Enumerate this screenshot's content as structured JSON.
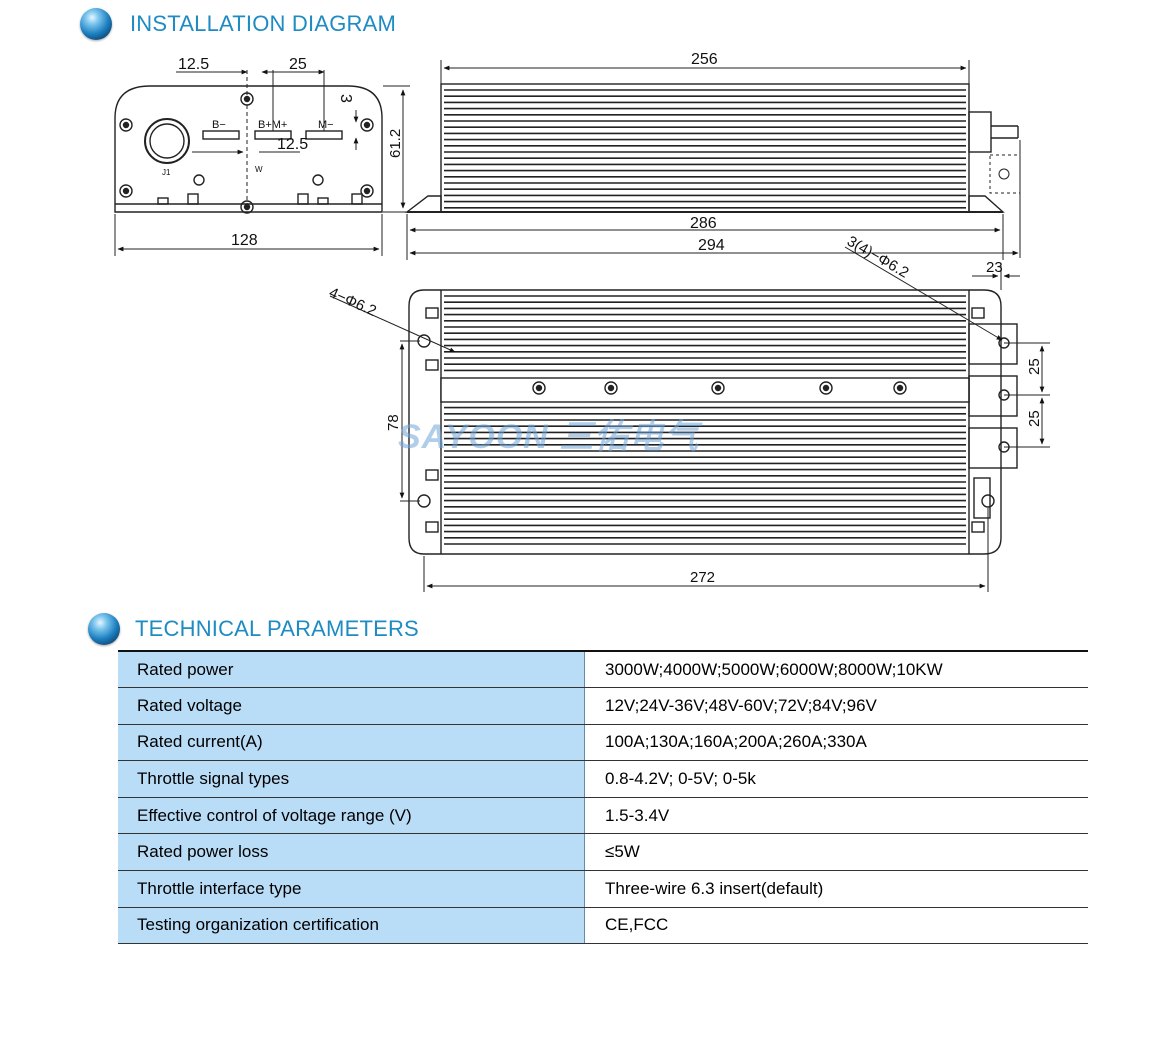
{
  "sections": {
    "installation_title": "INSTALLATION DIAGRAM",
    "technical_title": "TECHNICAL PARAMETERS"
  },
  "diagram": {
    "front_view": {
      "width_label": "128",
      "height_label": "61.2",
      "dim_12_5_top": "12.5",
      "dim_25_top": "25",
      "dim_3": "3",
      "dim_12_5_mid": "12.5",
      "terminal_b_minus": "B−",
      "terminal_b_plus_m_plus": "B+M+",
      "terminal_m_minus": "M−",
      "connector_label": "J1",
      "w_label": "W"
    },
    "side_view": {
      "length_256": "256",
      "length_286": "286",
      "length_294": "294"
    },
    "top_view": {
      "hole_callout_left": "4−Φ6.2",
      "hole_callout_right": "3(4)−Φ6.2",
      "dim_23": "23",
      "dim_78": "78",
      "dim_25_a": "25",
      "dim_25_b": "25",
      "length_272": "272",
      "watermark": "SAYOON 三佑电气"
    }
  },
  "parameters": [
    {
      "label": "Rated power",
      "value": "3000W;4000W;5000W;6000W;8000W;10KW"
    },
    {
      "label": "Rated voltage",
      "value": "12V;24V-36V;48V-60V;72V;84V;96V"
    },
    {
      "label": "Rated current(A)",
      "value": "100A;130A;160A;200A;260A;330A"
    },
    {
      "label": "Throttle signal types",
      "value": "0.8-4.2V; 0-5V; 0-5k"
    },
    {
      "label": "Effective control of voltage range (V)",
      "value": "1.5-3.4V"
    },
    {
      "label": "Rated power loss",
      "value": "≤5W"
    },
    {
      "label": "Throttle interface type",
      "value": "Three-wire 6.3 insert(default)"
    },
    {
      "label": "Testing organization certification",
      "value": "CE,FCC"
    }
  ],
  "colors": {
    "title": "#1e8bc3",
    "label_bg": "#b9dcf7",
    "watermark": "#6fa6d8"
  }
}
